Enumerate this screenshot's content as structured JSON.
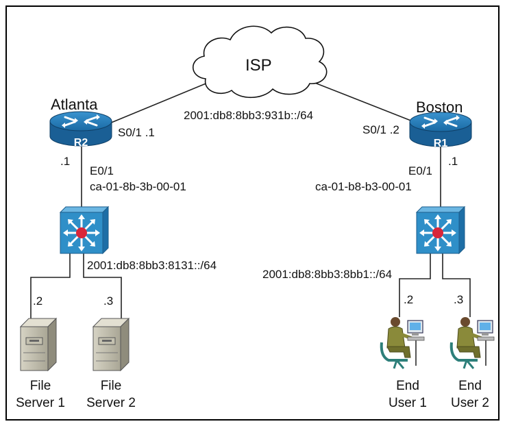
{
  "cloud": {
    "label": "ISP"
  },
  "wan": {
    "network": "2001:db8:8bb3:931b::/64"
  },
  "atlanta": {
    "site_name": "Atlanta",
    "router_label": "R2",
    "serial_port": "S0/1 .1",
    "lan_host": ".1",
    "eth_port": "E0/1",
    "mac": "ca-01-8b-3b-00-01",
    "lan_network": "2001:db8:8bb3:8131::/64",
    "host1_addr": ".2",
    "host2_addr": ".3",
    "host1_name_line1": "File",
    "host1_name_line2": "Server 1",
    "host2_name_line1": "File",
    "host2_name_line2": "Server 2"
  },
  "boston": {
    "site_name": "Boston",
    "router_label": "R1",
    "serial_port": "S0/1 .2",
    "lan_host": ".1",
    "eth_port": "E0/1",
    "mac": "ca-01-b8-b3-00-01",
    "lan_network": "2001:db8:8bb3:8bb1::/64",
    "host1_addr": ".2",
    "host2_addr": ".3",
    "host1_name_line1": "End",
    "host1_name_line2": "User 1",
    "host2_name_line1": "End",
    "host2_name_line2": "User 2"
  },
  "colors": {
    "router_blue": "#1b6fa8",
    "switch_blue": "#2f8fc8",
    "switch_center": "#d9263a"
  }
}
